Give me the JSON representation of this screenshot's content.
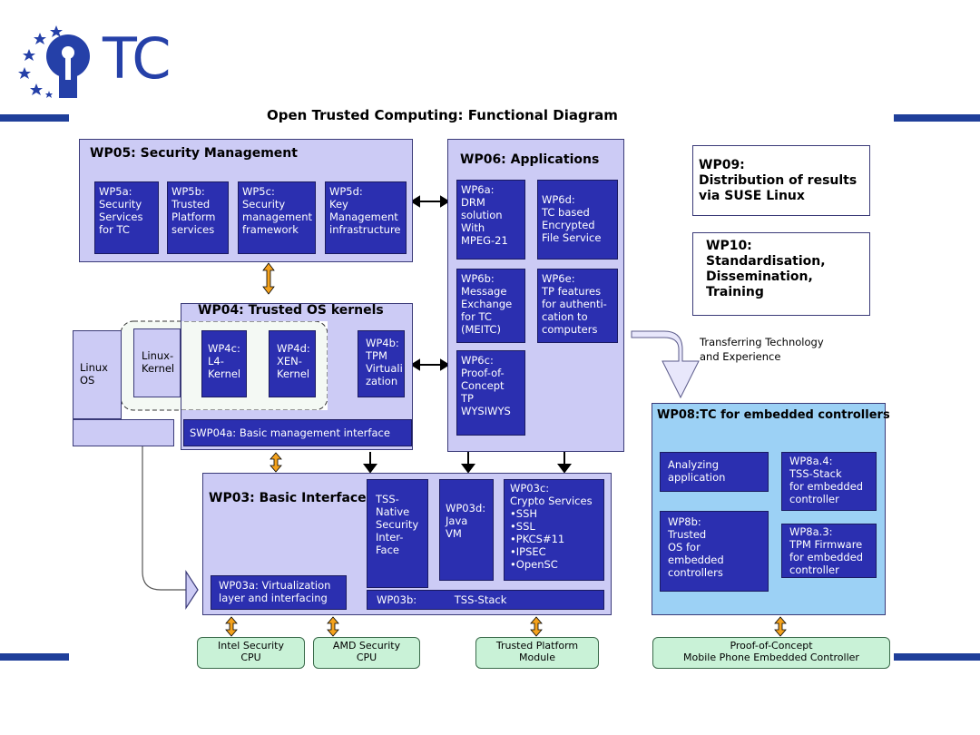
{
  "logo": {
    "text": "TC"
  },
  "diagram_title": "Open Trusted Computing: Functional Diagram",
  "wp05": {
    "title": "WP05: Security Management",
    "boxes": [
      "WP5a:\nSecurity\nServices\nfor TC",
      "WP5b:\nTrusted\nPlatform\nservices",
      "WP5c:\nSecurity\nmanagement\nframework",
      "WP5d:\nKey\nManagement\ninfrastructure"
    ]
  },
  "wp06": {
    "title": "WP06: Applications",
    "boxes": [
      "WP6a:\nDRM\nsolution\nWith\nMPEG-21",
      "WP6d:\nTC based\nEncrypted\nFile Service",
      "WP6b:\nMessage\nExchange\nfor TC\n(MEITC)",
      "WP6e:\nTP features\nfor authenti-\ncation to\n computers",
      "WP6c:\nProof-of-\nConcept\nTP\nWYSIWYS"
    ]
  },
  "wp09": {
    "text": "WP09:\nDistribution of results\nvia SUSE Linux"
  },
  "wp10": {
    "text": "WP10:\nStandardisation,\nDissemination,\nTraining"
  },
  "transfer_label": "Transferring Technology\nand Experience",
  "wp04": {
    "title": "WP04: Trusted OS kernels",
    "linux_os": "Linux\nOS",
    "linux_kernel": "Linux-\nKernel",
    "boxes": [
      "WP4c:\nL4-\nKernel",
      "WP4d:\nXEN-\nKernel",
      "WP4b:\nTPM\nVirtuali\nzation"
    ],
    "swp04a": "SWP04a: Basic management interface"
  },
  "wp03": {
    "title": "WP03: Basic Interface",
    "tss_native": "TSS-\nNative\nSecurity\nInter-\nFace",
    "wp03d": "WP03d:\nJava\nVM",
    "wp03c": "WP03c:\nCrypto Services\n•SSH\n•SSL\n•PKCS#11\n•IPSEC\n•OpenSC",
    "wp03a": "WP03a: Virtualization\nlayer and interfacing",
    "wp03b_label": "WP03b:",
    "wp03b_text": "TSS-Stack"
  },
  "wp08": {
    "title": "WP08:TC for embedded controllers",
    "boxes": [
      "Analyzing\napplication",
      "WP8a.4:\nTSS-Stack\nfor embedded\ncontroller",
      "WP8b:\nTrusted\nOS for\nembedded\ncontrollers",
      "WP8a.3:\nTPM Firmware\nfor embedded\ncontroller"
    ]
  },
  "hardware": [
    "Intel Security\nCPU",
    "AMD Security\nCPU",
    "Trusted Platform\nModule",
    "Proof-of-Concept\nMobile Phone Embedded Controller"
  ],
  "colors": {
    "panel": "#cccbf5",
    "block": "#2b2fb0",
    "embedded": "#9cd1f5",
    "hardware": "#c9f2d7",
    "arrow": "#f4a21d",
    "bar": "#1f3f9a"
  }
}
